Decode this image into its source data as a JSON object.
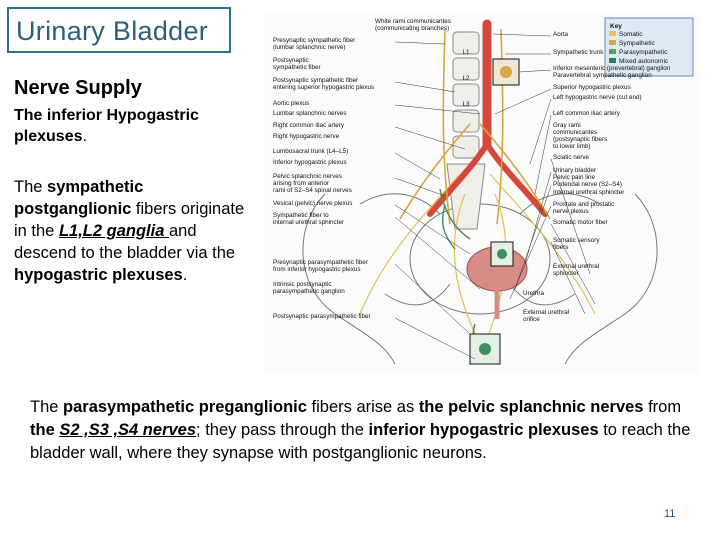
{
  "slide": {
    "title": "Urinary Bladder",
    "heading": "Nerve Supply",
    "subheading": {
      "pre": "The inferior Hypogastric plexuses",
      "post": "."
    },
    "paragraph1": {
      "t1": "The ",
      "b1": "sympathetic postganglionic",
      "t2": " fibers originate in the ",
      "u1": "L1,L2 ganglia ",
      "t3": "and descend to the bladder via the ",
      "b2": "hypogastric plexuses",
      "t4": "."
    },
    "paragraph2": {
      "t1": "The ",
      "b1": "parasympathetic preganglionic",
      "t2": " fibers arise as ",
      "b2": "the pelvic splanchnic nerves",
      "t3": " from ",
      "b3": "the ",
      "u1": "S2 ,S3 ,S4 nerves",
      "t4": "; they pass through the ",
      "b4": "inferior hypogastric plexuses",
      "t5": " to reach the bladder wall, where they synapse with postganglionic neurons."
    },
    "page_number": "11"
  },
  "figure": {
    "key": {
      "title": "Key",
      "items": [
        {
          "label": "Somatic",
          "color": "#e7c35a"
        },
        {
          "label": "Sympathetic",
          "color": "#d9a441"
        },
        {
          "label": "Parasympathetic",
          "color": "#5aa06b"
        },
        {
          "label": "Mixed autonomic",
          "color": "#2f7d5a"
        }
      ]
    },
    "vertebra_labels": [
      "L1",
      "L2",
      "L3"
    ],
    "left_labels": [
      "Presynaptic sympathetic fiber",
      "(lumbar splanchnic nerve)",
      "Postsynaptic",
      "sympathetic fiber",
      "Postsynaptic sympathetic fiber",
      "entering superior hypogastric plexus",
      "Aortic plexus",
      "Lumbar splanchnic nerves",
      "Right common iliac artery",
      "Right hypogastric nerve",
      "Lumbosacral trunk (L4–L5)",
      "Inferior hypogastric plexus",
      "Pelvic splanchnic nerves",
      "arising from anterior",
      "rami of S2–S4 spinal nerves",
      "Vesical (pelvic) nerve plexus",
      "Sympathetic fiber to",
      "internal urethral sphincter",
      "Presynaptic parasympathetic fiber",
      "from inferior hypogastric plexus",
      "Intrinsic postsynaptic",
      "parasympathetic ganglion",
      "Postsynaptic parasympathetic fiber"
    ],
    "top_labels": [
      "White rami communicantes",
      "(communicating branches)"
    ],
    "right_labels": [
      "Aorta",
      "Sympathetic trunk",
      "Inferior mesenteric (prevertebral) ganglion",
      "Paravertebral sympathetic ganglion",
      "Superior hypogastric plexus",
      "Left hypogastric nerve (cut end)",
      "Left common iliac artery",
      "Gray rami",
      "communicantes",
      "(postsynaptic fibers",
      "to lower limb)",
      "Sciatic nerve",
      "Urinary bladder",
      "Pelvic pain line",
      "Pudendal nerve (S2–S4)",
      "Internal urethral sphincter",
      "Prostate and prostatic",
      "nerve plexus",
      "Somatic motor fiber",
      "Somatic sensory",
      "fibers",
      "External urethral",
      "sphincter",
      "Urethra",
      "External urethral",
      "orifice"
    ]
  }
}
